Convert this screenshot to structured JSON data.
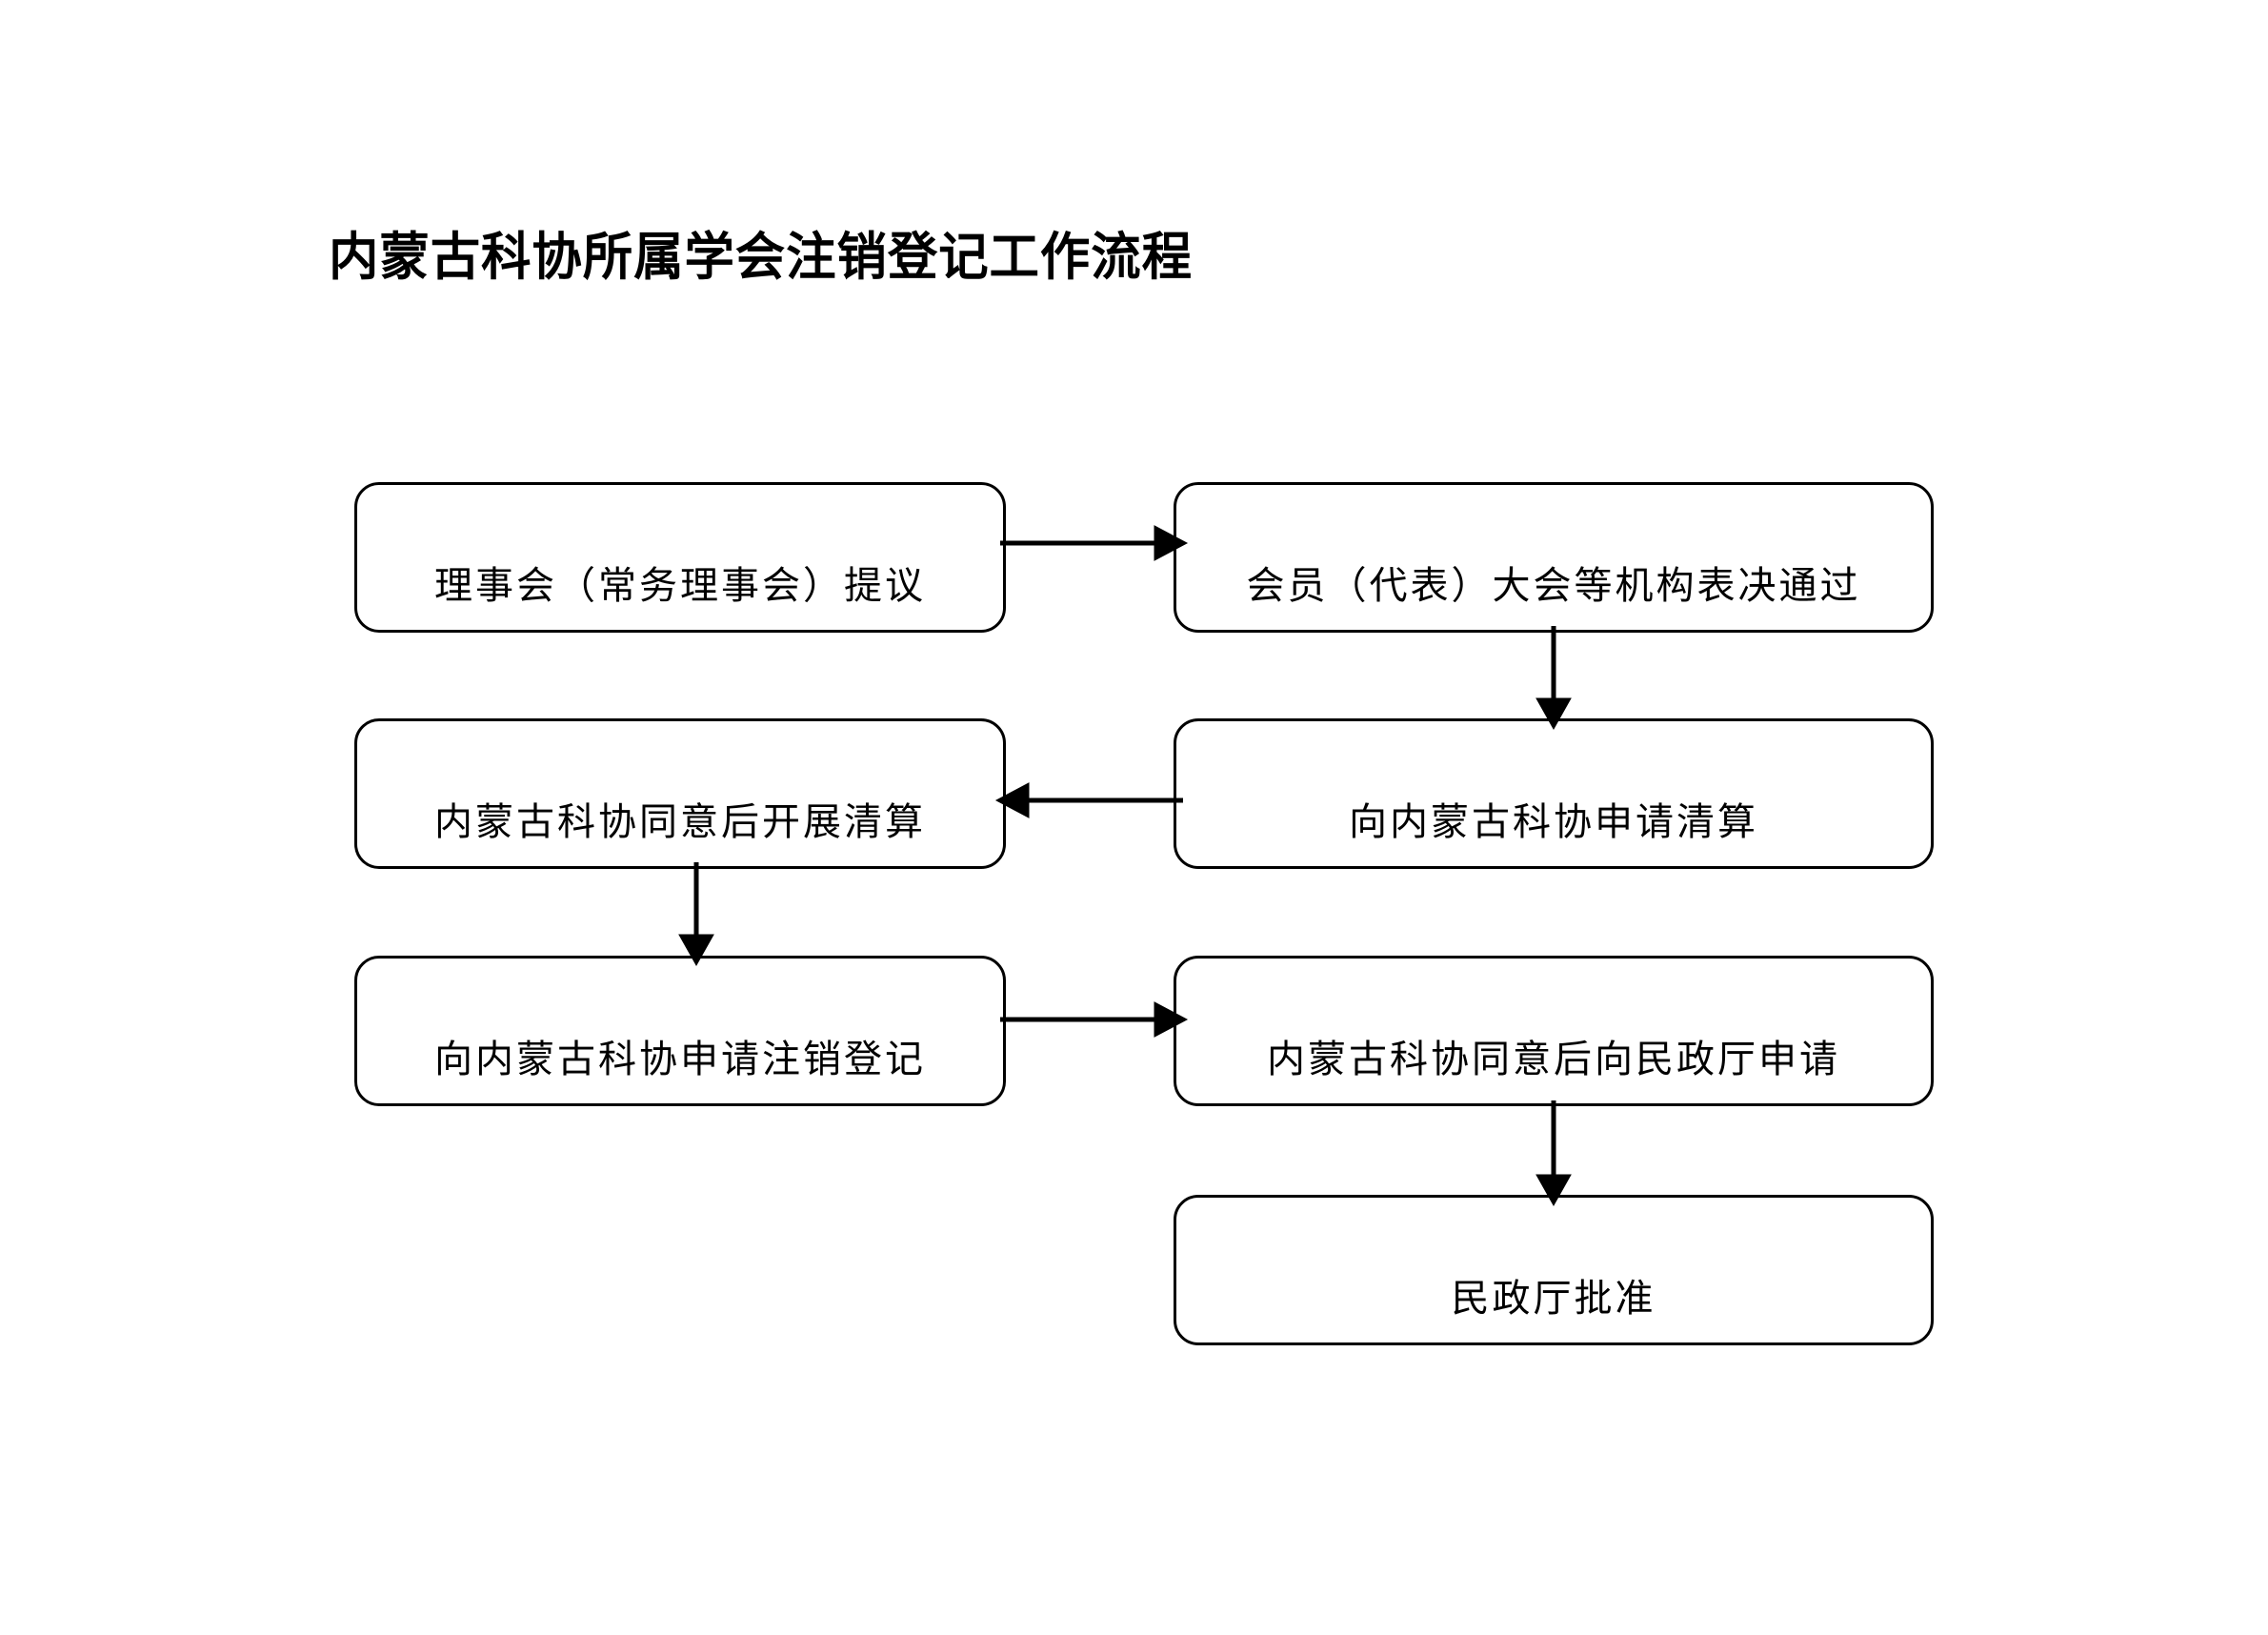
{
  "document": {
    "title": "内蒙古科协所属学会注销登记工作流程",
    "background_color": "#ffffff",
    "line_color": "#000000",
    "text_color": "#000000"
  },
  "chart_data": {
    "type": "diagram",
    "diagram_type": "flowchart",
    "title": "内蒙古科协所属学会注销登记工作流程",
    "nodes": [
      {
        "id": "n1",
        "label": "理事会（常务理事会）提议",
        "column": "left",
        "row": 1
      },
      {
        "id": "n2",
        "label": "会员（代表）大会等机构表决通过",
        "column": "right",
        "row": 1
      },
      {
        "id": "n3",
        "label": "内蒙古科协同意后开展清算",
        "column": "left",
        "row": 2
      },
      {
        "id": "n4",
        "label": "向内蒙古科协申请清算",
        "column": "right",
        "row": 2
      },
      {
        "id": "n5",
        "label": "向内蒙古科协申请注销登记",
        "column": "left",
        "row": 3
      },
      {
        "id": "n6",
        "label": "内蒙古科协同意后向民政厅申请",
        "column": "right",
        "row": 3
      },
      {
        "id": "n7",
        "label": "民政厅批准",
        "column": "right",
        "row": 4
      }
    ],
    "edges": [
      {
        "from": "n1",
        "to": "n2",
        "direction": "right"
      },
      {
        "from": "n2",
        "to": "n4",
        "direction": "down"
      },
      {
        "from": "n4",
        "to": "n3",
        "direction": "left"
      },
      {
        "from": "n3",
        "to": "n5",
        "direction": "down"
      },
      {
        "from": "n5",
        "to": "n6",
        "direction": "right"
      },
      {
        "from": "n6",
        "to": "n7",
        "direction": "down"
      }
    ],
    "node_shape": "rounded-rectangle",
    "node_fill": "#ffffff",
    "node_stroke": "#000000"
  }
}
